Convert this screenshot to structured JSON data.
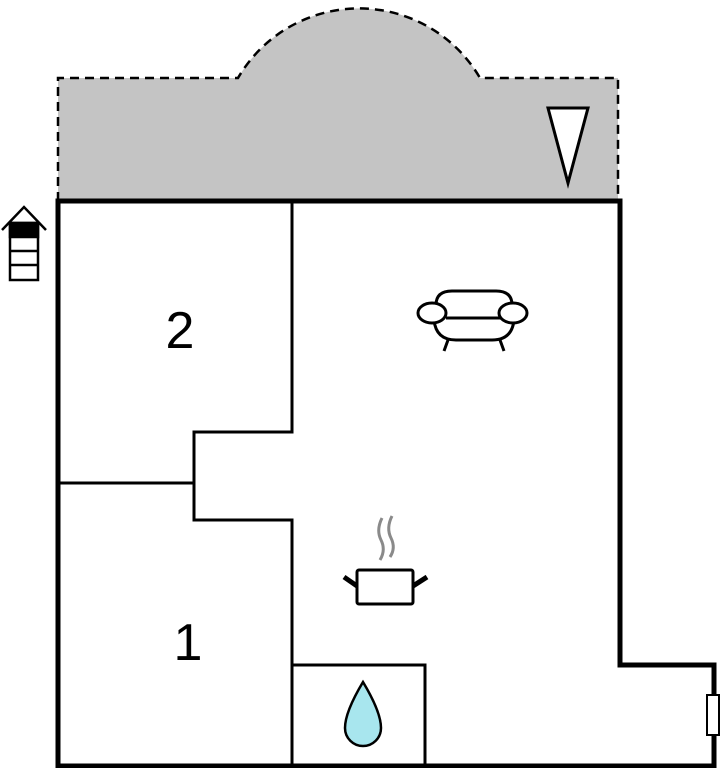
{
  "rooms": [
    {
      "id": "bedroom-2",
      "label": "2"
    },
    {
      "id": "bedroom-1",
      "label": "1"
    }
  ],
  "icons": [
    "stairs-icon",
    "sofa-icon",
    "cooking-pot-icon",
    "water-drop-icon",
    "north-arrow-icon",
    "window-icon"
  ],
  "colors": {
    "terrace": "#c4c4c4",
    "water": "#a8e6ee",
    "steam": "#8a8a8a",
    "wall": "#000000"
  }
}
